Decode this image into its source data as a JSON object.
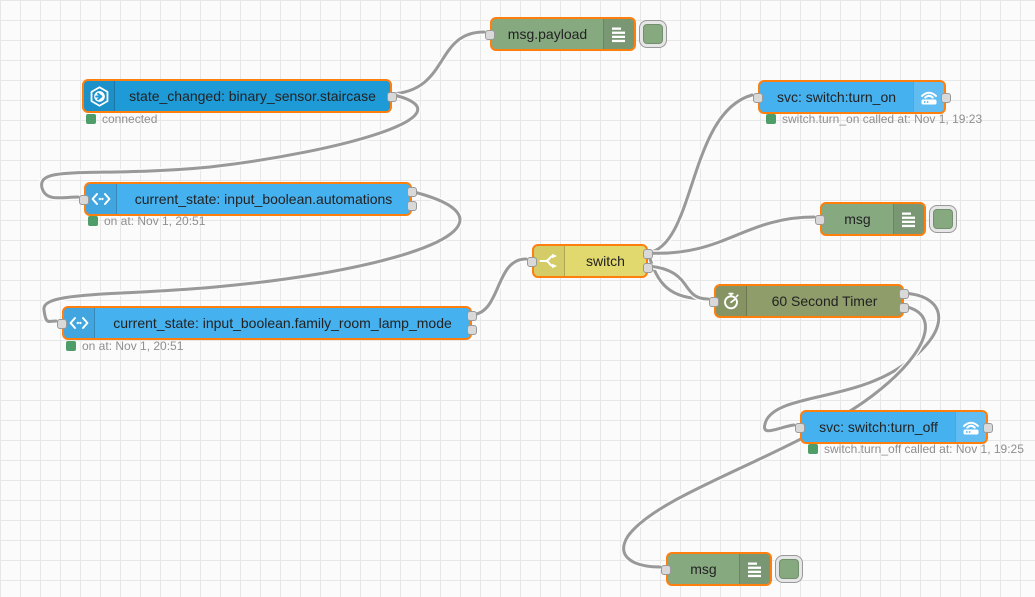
{
  "app": {
    "name": "Node-RED flow editor canvas"
  },
  "colors": {
    "selection_border": "#ff7f0e",
    "wire": "#999999",
    "event_node_blue": "#1e9ad6",
    "home_assistant_blue": "#46b1ef",
    "switch_yellow": "#e2d96e",
    "debug_green": "#87a980",
    "timer_olive": "#8f9d6a",
    "status_dot_green": "#4f9d69",
    "status_text_gray": "#8f8f8f"
  },
  "nodes": [
    {
      "label": "msg.payload",
      "type": "debug",
      "icon": "debug-list-icon",
      "status": ""
    },
    {
      "label": "state_changed: binary_sensor.staircase",
      "type": "server-state-changed",
      "icon": "hexagon-arrow-icon",
      "status": "connected"
    },
    {
      "label": "current_state: input_boolean.automations",
      "type": "api-current-state",
      "icon": "angle-brackets-icon",
      "status": "on at: Nov 1, 20:51"
    },
    {
      "label": "current_state: input_boolean.family_room_lamp_mode",
      "type": "api-current-state",
      "icon": "angle-brackets-icon",
      "status": "on at: Nov 1, 20:51"
    },
    {
      "label": "switch",
      "type": "switch",
      "icon": "switch-fork-icon",
      "status": ""
    },
    {
      "label": "svc: switch:turn_on",
      "type": "api-call-service",
      "icon": "smart-device-icon",
      "status": "switch.turn_on called at: Nov 1, 19:23"
    },
    {
      "label": "msg",
      "type": "debug",
      "icon": "debug-list-icon",
      "status": ""
    },
    {
      "label": "60 Second Timer",
      "type": "timer",
      "icon": "stopwatch-icon",
      "status": ""
    },
    {
      "label": "svc: switch:turn_off",
      "type": "api-call-service",
      "icon": "smart-device-icon",
      "status": "switch.turn_off called at: Nov 1, 19:25"
    },
    {
      "label": "msg",
      "type": "debug",
      "icon": "debug-list-icon",
      "status": ""
    }
  ],
  "wires": [
    {
      "from": "state_changed",
      "to": "msg.payload"
    },
    {
      "from": "state_changed",
      "to": "current_state automations"
    },
    {
      "from": "current_state automations",
      "to": "current_state family_room_lamp_mode"
    },
    {
      "from": "current_state family_room_lamp_mode",
      "to": "switch"
    },
    {
      "from": "switch output 1",
      "to": "svc turn_on"
    },
    {
      "from": "switch output 1",
      "to": "msg"
    },
    {
      "from": "switch output 1",
      "to": "60 Second Timer"
    },
    {
      "from": "switch output 2",
      "to": "60 Second Timer"
    },
    {
      "from": "60 Second Timer output 1",
      "to": "svc turn_off"
    },
    {
      "from": "60 Second Timer output 2",
      "to": "msg"
    }
  ]
}
